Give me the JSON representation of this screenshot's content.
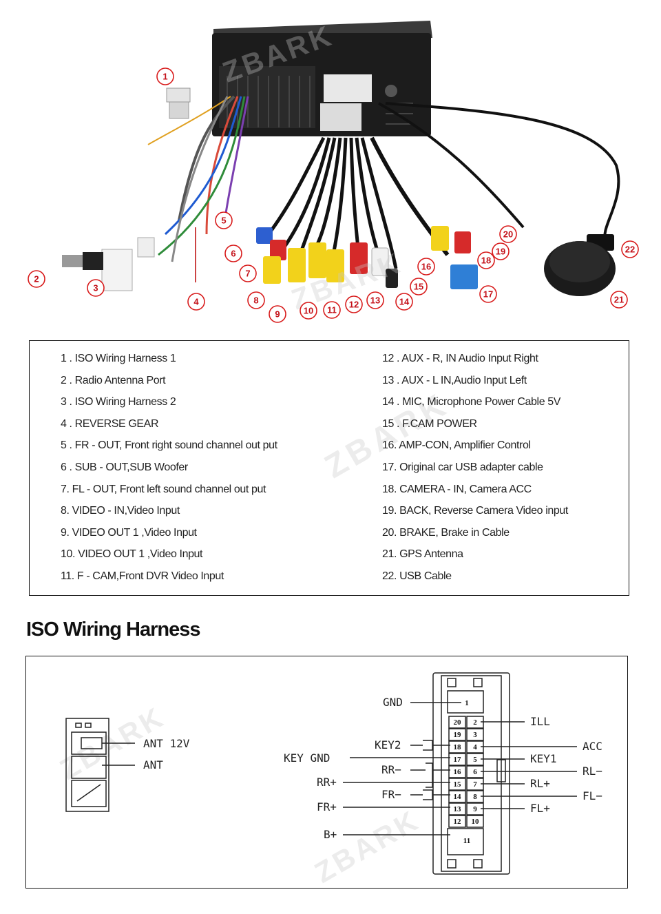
{
  "legend": {
    "left": [
      "1 . ISO Wiring Harness 1",
      "2 . Radio Antenna Port",
      "3 . ISO Wiring Harness 2",
      "4 . REVERSE GEAR",
      "5 . FR - OUT, Front right sound channel out put",
      "6 . SUB - OUT,SUB Woofer",
      "7. FL - OUT, Front left sound channel out put",
      "8. VIDEO - IN,Video Input",
      "9. VIDEO OUT 1 ,Video Input",
      "10. VIDEO OUT 1 ,Video Input",
      "11. F - CAM,Front DVR Video Input"
    ],
    "right": [
      "12 . AUX - R, IN Audio Input Right",
      "13 . AUX - L IN,Audio Input Left",
      "14 . MIC, Microphone Power Cable 5V",
      "15 . F.CAM POWER",
      "16. AMP-CON, Amplifier Control",
      "17. Original car USB adapter cable",
      "18. CAMERA - IN, Camera ACC",
      "19. BACK, Reverse Camera Video input",
      "20. BRAKE, Brake in Cable",
      "21. GPS Antenna",
      "22. USB Cable"
    ]
  },
  "callouts": [
    "1",
    "2",
    "3",
    "4",
    "5",
    "6",
    "7",
    "8",
    "9",
    "10",
    "11",
    "12",
    "13",
    "14",
    "15",
    "16",
    "17",
    "18",
    "19",
    "20",
    "21",
    "22"
  ],
  "watermark": "ZBARK",
  "iso_title": "ISO Wiring Harness",
  "wiring": {
    "antenna_labels": [
      "ANT 12V",
      "ANT"
    ],
    "left_labels": [
      "GND",
      "KEY2",
      "KEY GND",
      "RR−",
      "RR+",
      "FR−",
      "FR+",
      "B+"
    ],
    "right_labels": [
      "ILL",
      "ACC",
      "KEY1",
      "RL−",
      "RL+",
      "FL−",
      "FL+"
    ],
    "pins_left": [
      "1",
      "20",
      "19",
      "18",
      "17",
      "16",
      "15",
      "14",
      "13",
      "12",
      "11"
    ],
    "pins_right": [
      "2",
      "3",
      "4",
      "5",
      "6",
      "7",
      "8",
      "9",
      "10"
    ]
  },
  "colors": {
    "callout_red": "#c4121a",
    "rca_red": "#d62a2a",
    "rca_yellow": "#f2d21b",
    "rca_white": "#f1f1f1",
    "usb_blue": "#2f7fd6"
  }
}
